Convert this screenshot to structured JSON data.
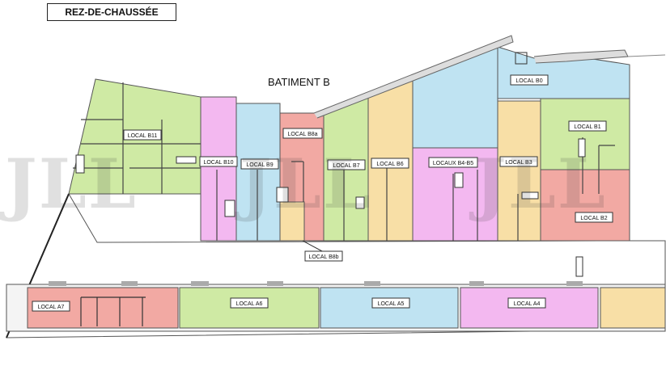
{
  "header": {
    "title": "REZ-DE-CHAUSSÉE",
    "building": "BATIMENT B"
  },
  "watermark": "JLL",
  "colors": {
    "green": "#cfeaa4",
    "pink": "#f3b8f0",
    "blue": "#bfe3f2",
    "salmon": "#f2a9a3",
    "yellow": "#f8dfa6",
    "grey": "#eeeeee"
  },
  "units": {
    "b11": "LOCAL B11",
    "b10": "LOCAL B10",
    "b9": "LOCAL B9",
    "b8a": "LOCAL B8a",
    "b8b": "LOCAL B8b",
    "b7": "LOCAL B7",
    "b6": "LOCAL B6",
    "b4b5": "LOCAUX B4-B5",
    "b3": "LOCAL B3",
    "b0": "LOCAL B0",
    "b1": "LOCAL B1",
    "b2": "LOCAL B2",
    "a7": "LOCAL A7",
    "a6": "LOCAL A6",
    "a5": "LOCAL A5",
    "a4": "LOCAL A4"
  }
}
